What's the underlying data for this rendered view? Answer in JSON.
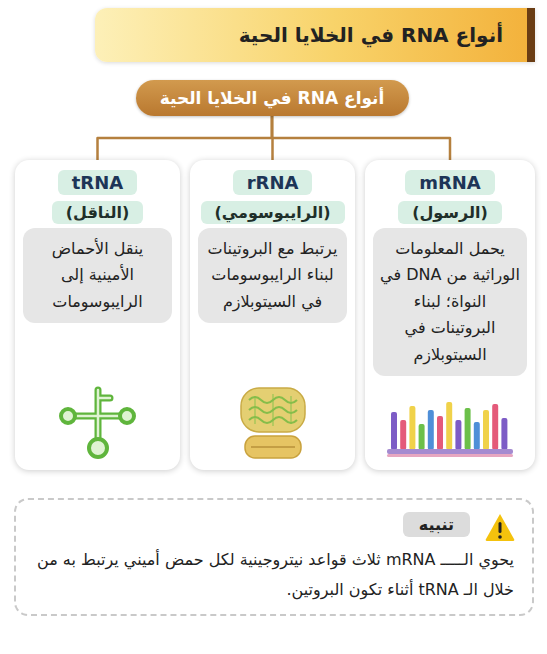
{
  "diagram": {
    "title": "أنواع RNA في الخلايا الحية",
    "nodes": [
      {
        "text": [
          "أنواع RNA في الخلايا الحية"
        ]
      },
      {
        "text": [
          "mRNA",
          "(الرسول)"
        ]
      },
      {
        "text": [
          "يحمل المعلومات الوراثية من DNA في النواة؛ لبناء البروتينات في السيتوبلازم"
        ],
        "in": 1
      },
      {
        "text": [
          "rRNA",
          "(الرايبوسومي)"
        ]
      },
      {
        "text": [
          "يرتبط مع البروتينات لبناء الرايبوسومات في السيتوبلازم"
        ],
        "in": 3
      },
      {
        "text": [
          "tRNA",
          "(الناقل)"
        ]
      },
      {
        "text": [
          "ينقل الأحماض الأمينية إلى الرايبوسومات"
        ],
        "in": 5
      },
      {
        "text": [
          "تنبيه",
          "يحوي الـــــ mRNA ثلاث قواعد نيتروجينية لكل حمض أميني يرتبط به من خلال الـ tRNA أثناء تكون البروتين."
        ]
      }
    ],
    "edges": [
      {
        "from": 0,
        "to": 1,
        "arrow": "none"
      },
      {
        "from": 0,
        "to": 3,
        "arrow": "none"
      },
      {
        "from": 0,
        "to": 5,
        "arrow": "none"
      }
    ]
  }
}
